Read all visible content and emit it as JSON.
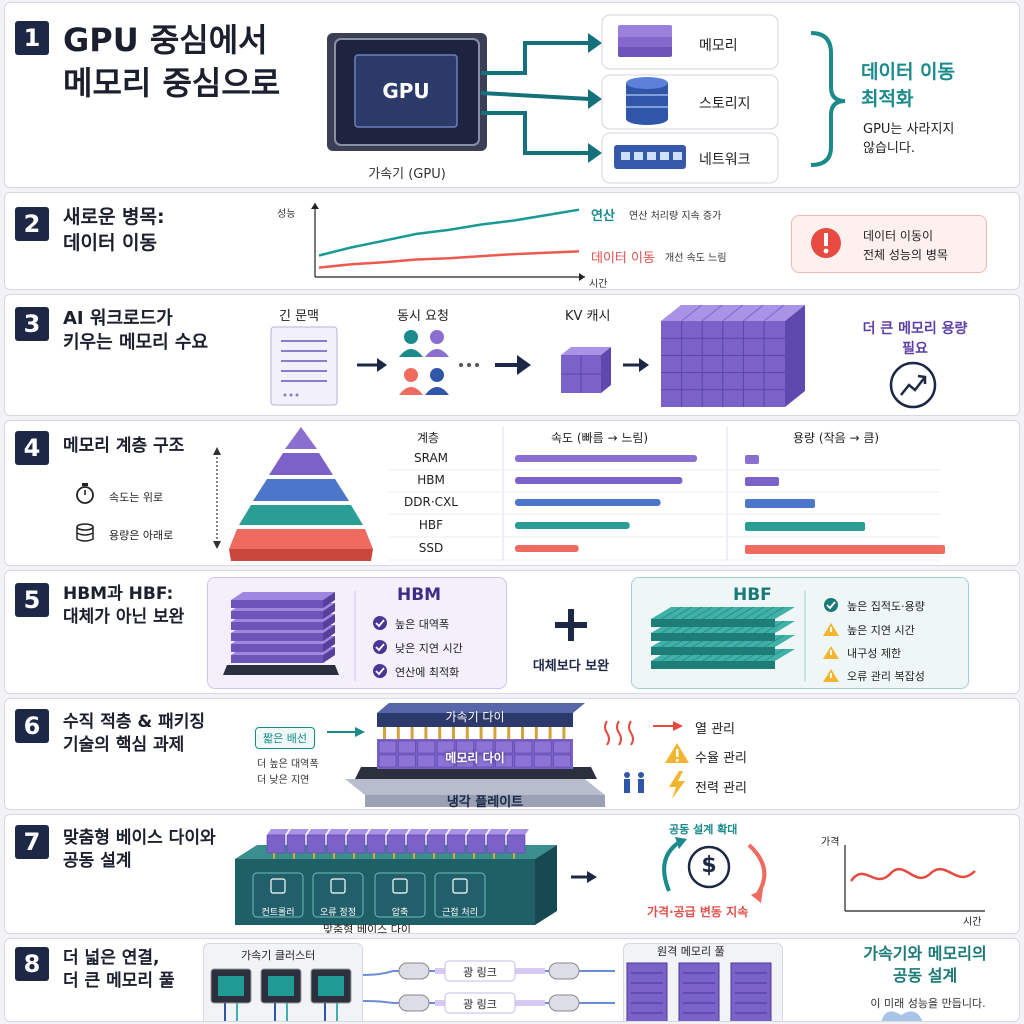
{
  "s1": {
    "num": "1",
    "title": "GPU 중심에서\n메모리 중심으로",
    "chip_label": "GPU",
    "chip_caption": "가속기 (GPU)",
    "targets": [
      "메모리",
      "스토리지",
      "네트워크"
    ],
    "highlight_title": "데이터 이동\n최적화",
    "highlight_sub": "GPU는 사라지지\n않습니다."
  },
  "s2": {
    "num": "2",
    "title": "새로운 병목:\n데이터 이동",
    "ylabel": "성능",
    "xlabel": "시간",
    "warning": "데이터 이동이\n전체 성능의 병목"
  },
  "chart_data": {
    "type": "line",
    "xlabel": "시간",
    "ylabel": "성능",
    "x": [
      0,
      1,
      2,
      3,
      4,
      5,
      6,
      7,
      8
    ],
    "series": [
      {
        "name": "연산",
        "note": "연산 처리량 지속 증가",
        "color": "#1a9a94",
        "values": [
          1.6,
          2.2,
          2.7,
          3.2,
          3.5,
          3.9,
          4.2,
          4.6,
          5.0
        ]
      },
      {
        "name": "데이터 이동",
        "note": "개선 속도 느림",
        "color": "#ec5a4f",
        "values": [
          0.7,
          0.95,
          1.1,
          1.3,
          1.4,
          1.55,
          1.7,
          1.8,
          1.9
        ]
      }
    ],
    "ylim": [
      0,
      5.5
    ],
    "grid": false,
    "legend": "right"
  },
  "s3": {
    "num": "3",
    "title": "AI 워크로드가\n키우는 메모리 수요",
    "labels": [
      "긴 문맥",
      "동시 요청",
      "KV 캐시"
    ],
    "need": "더 큰 메모리 용량\n필요"
  },
  "s4": {
    "num": "4",
    "title": "메모리 계층 구조",
    "speed_up": "속도는 위로",
    "capacity_down": "용량은 아래로",
    "col_tier": "계층",
    "col_speed": "속도 (빠름 → 느림)",
    "col_capacity": "용량 (작음 → 큼)",
    "tiers": [
      {
        "name": "SRAM",
        "speed": 1.0,
        "capacity": 0.07,
        "color": "#8a6fd1"
      },
      {
        "name": "HBM",
        "speed": 0.92,
        "capacity": 0.17,
        "color": "#7a62c9"
      },
      {
        "name": "DDR·CXL",
        "speed": 0.8,
        "capacity": 0.35,
        "color": "#4c76c9"
      },
      {
        "name": "HBF",
        "speed": 0.63,
        "capacity": 0.6,
        "color": "#2a9d94"
      },
      {
        "name": "SSD",
        "speed": 0.35,
        "capacity": 1.0,
        "color": "#ef6a5f"
      }
    ]
  },
  "s5": {
    "num": "5",
    "title": "HBM과 HBF:\n대체가 아닌 보완",
    "hbm_title": "HBM",
    "hbm_items": [
      "높은 대역폭",
      "낮은 지연 시간",
      "연산에 최적화"
    ],
    "plus": "+",
    "center": "대체보다 보완",
    "hbf_title": "HBF",
    "hbf_items": [
      "높은 집적도·용량",
      "높은 지연 시간",
      "내구성 제한",
      "오류 관리 복잡성"
    ]
  },
  "s6": {
    "num": "6",
    "title": "수직 적층 & 패키징\n기술의 핵심 과제",
    "short_wire": "짧은 배선",
    "benefits": "더 높은 대역폭\n더 낮은 지연",
    "top_die": "가속기 다이",
    "mem_die": "메모리 다이",
    "plate": "냉각 플레이트",
    "issues": [
      "열 관리",
      "수율 관리",
      "전력 관리"
    ]
  },
  "s7": {
    "num": "7",
    "title": "맞춤형 베이스 다이와\n공동 설계",
    "functions": [
      "컨트롤러",
      "오류 정정",
      "압축",
      "근접 처리"
    ],
    "base_caption": "맞춤형 베이스 다이",
    "codesign": "공동 설계 확대",
    "volatility": "가격·공급 변동 지속",
    "price_ylabel": "가격",
    "price_xlabel": "시간"
  },
  "s8": {
    "num": "8",
    "title": "더 넓은 연결,\n더 큰 메모리 풀",
    "cluster": "가속기 클러스터",
    "link": "광 링크",
    "pool": "원격 메모리 풀",
    "headline": "가속기와 메모리의\n공동 설계",
    "sub": "이 미래 성능을 만듭니다."
  }
}
